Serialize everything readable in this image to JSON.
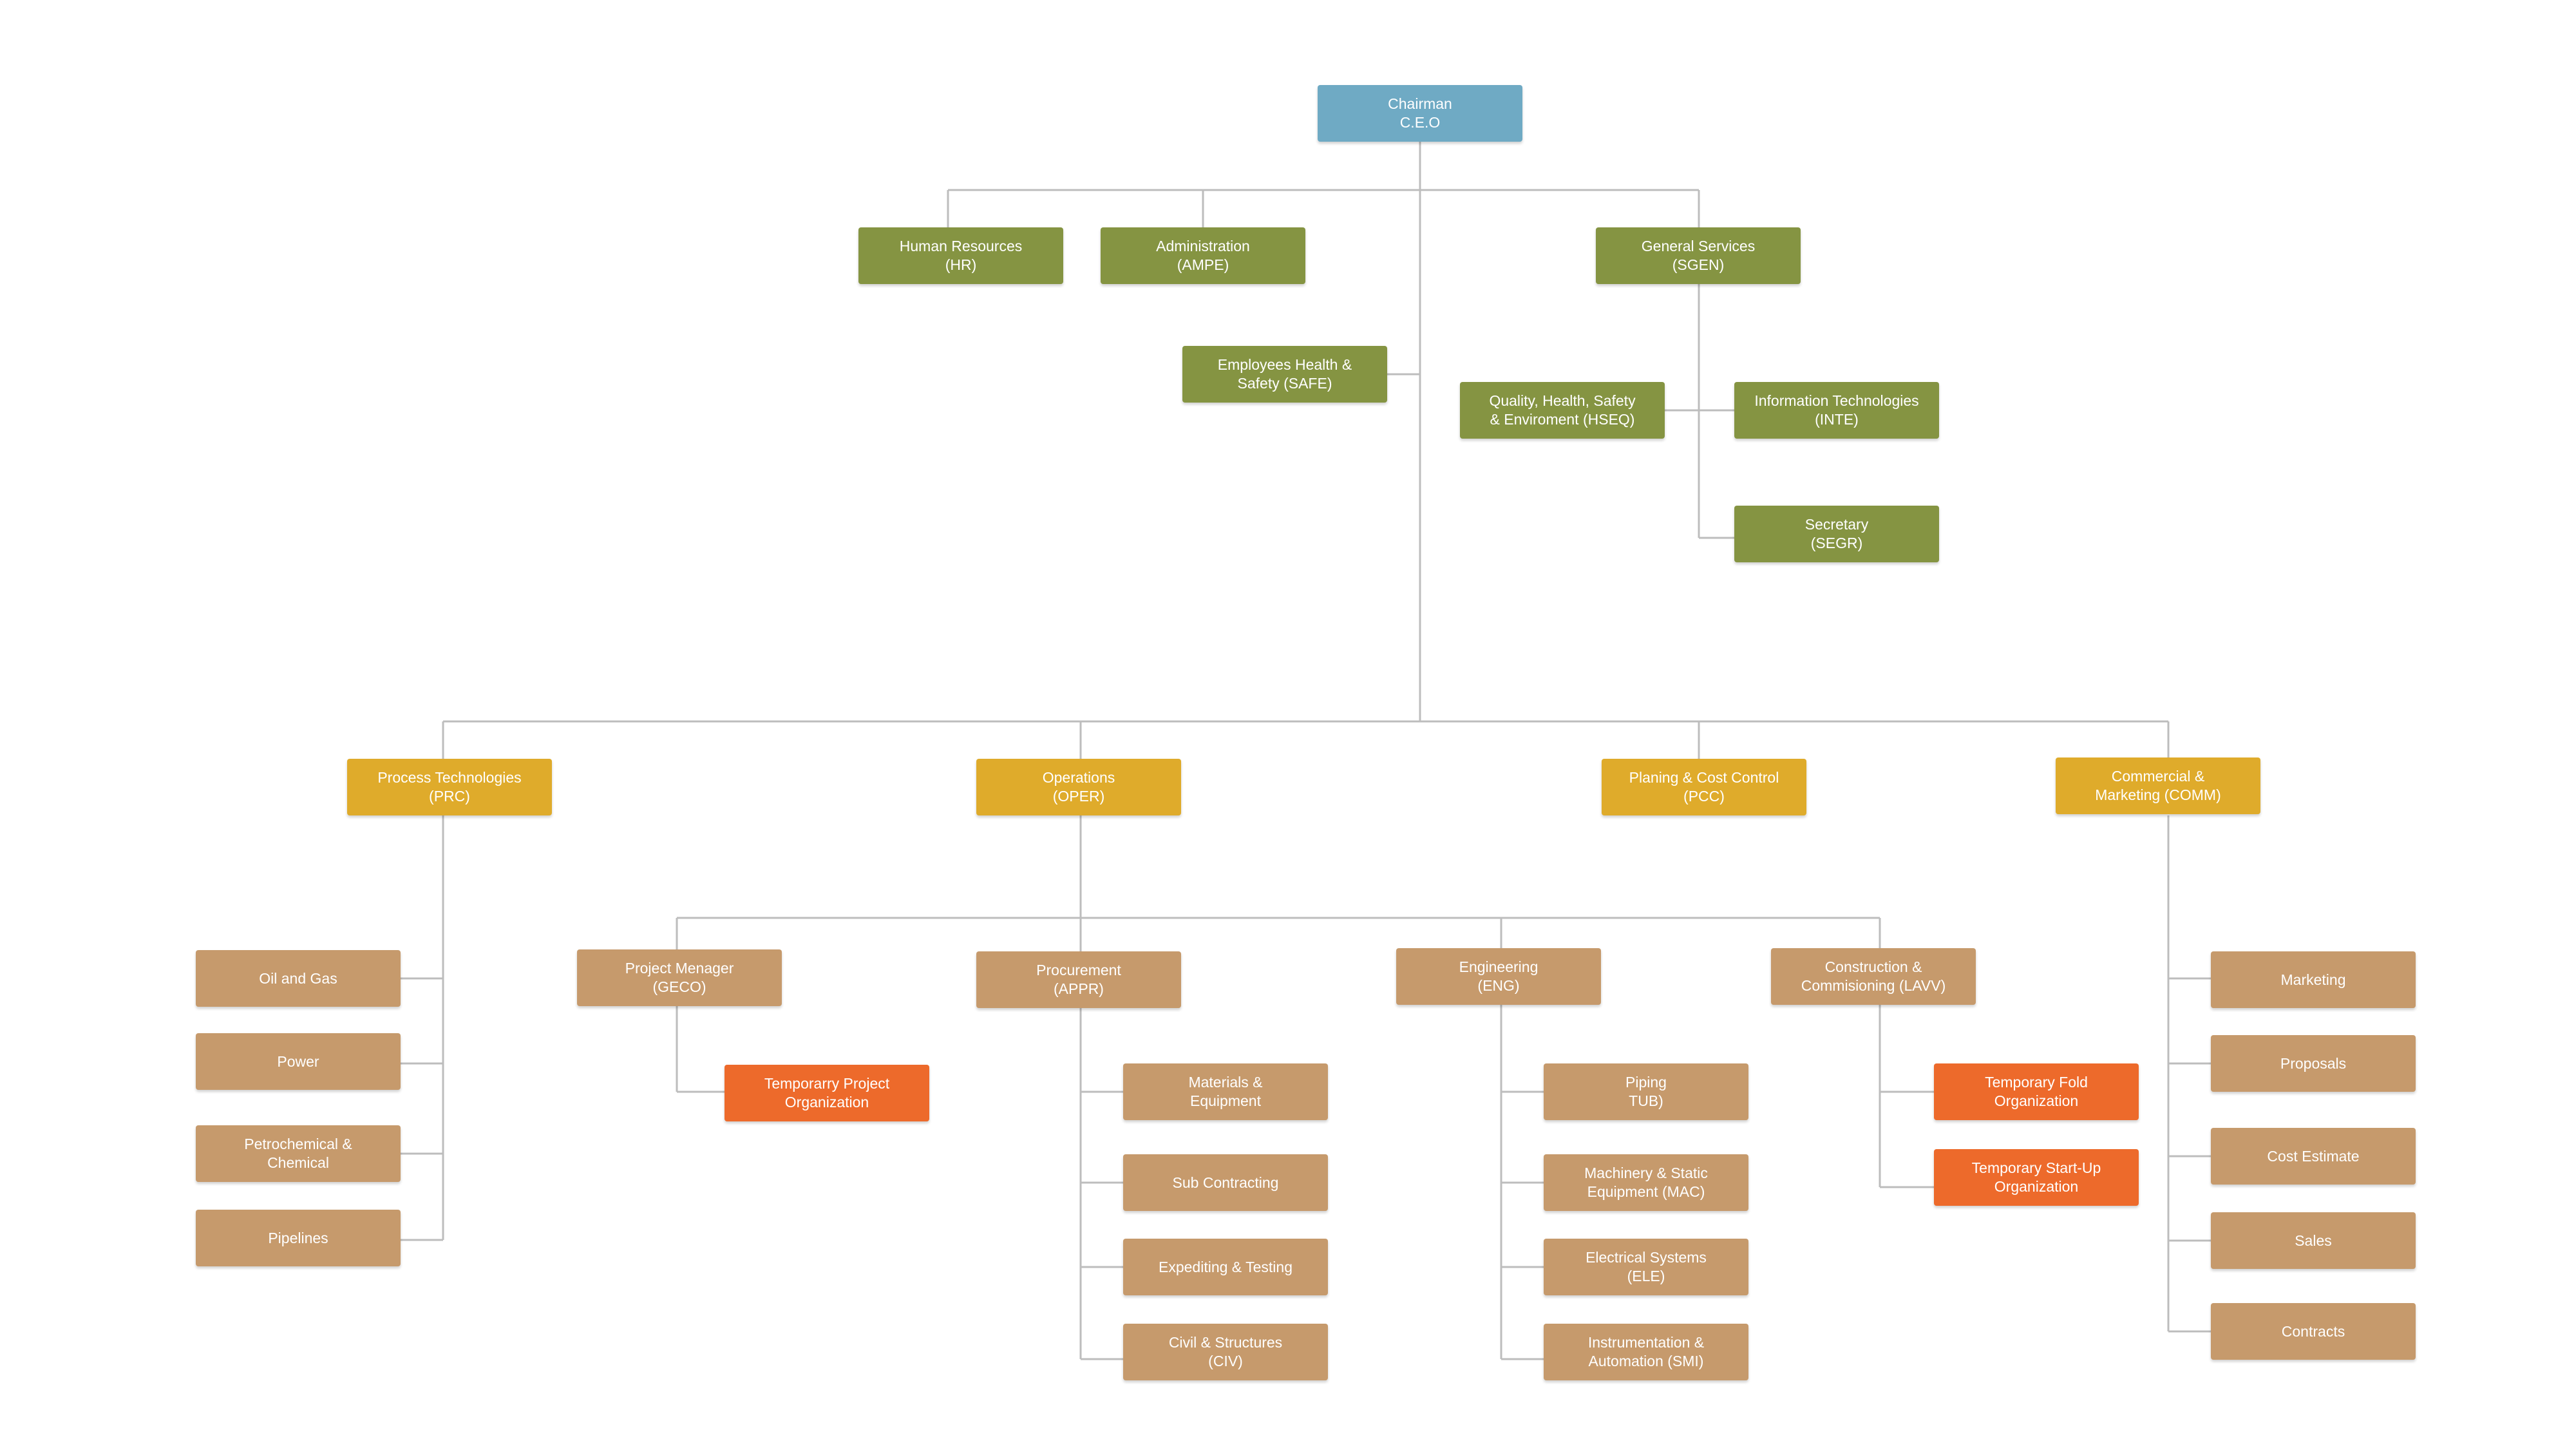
{
  "nodes": {
    "ceo": "Chairman\nC.E.O",
    "hr": "Human Resources\n(HR)",
    "ampe": "Administration\n(AMPE)",
    "sgen": "General Services\n(SGEN)",
    "safe": "Employees Health &\nSafety (SAFE)",
    "hseq": "Quality, Health, Safety\n& Enviroment (HSEQ)",
    "inte": "Information Technologies\n(INTE)",
    "segr": "Secretary\n(SEGR)",
    "prc": "Process Technologies\n(PRC)",
    "oper": "Operations\n(OPER)",
    "pcc": "Planing & Cost Control\n(PCC)",
    "comm": "Commercial &\nMarketing (COMM)",
    "oil": "Oil and Gas",
    "power": "Power",
    "petro": "Petrochemical &\nChemical",
    "pipelines": "Pipelines",
    "geco": "Project Menager\n(GECO)",
    "tpo": "Temporarry Project\nOrganization",
    "appr": "Procurement\n(APPR)",
    "mat": "Materials &\nEquipment",
    "sub": "Sub Contracting",
    "exp": "Expediting & Testing",
    "civ": "Civil & Structures\n(CIV)",
    "eng": "Engineering\n(ENG)",
    "tub": "Piping\nTUB)",
    "mac": "Machinery & Static\nEquipment (MAC)",
    "ele": "Electrical Systems\n(ELE)",
    "smi": "Instrumentation &\nAutomation (SMI)",
    "lavv": "Construction &\nCommisioning (LAVV)",
    "tfo": "Temporary Fold\nOrganization",
    "tso": "Temporary Start-Up\nOrganization",
    "marketing": "Marketing",
    "proposals": "Proposals",
    "cost": "Cost Estimate",
    "sales": "Sales",
    "contracts": "Contracts"
  },
  "colors": {
    "ceo": "#6faac4",
    "staff": "#859442",
    "division": "#dfab2b",
    "department": "#c69a6c",
    "temporary": "#ed6a2b",
    "connector": "#bdbdbd"
  }
}
